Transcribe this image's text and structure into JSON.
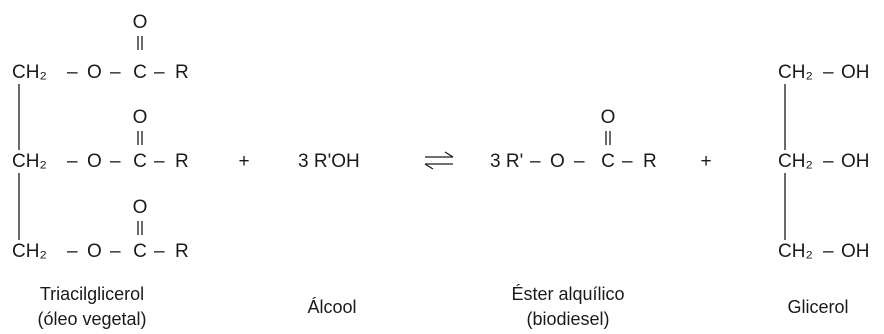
{
  "reaction": {
    "triglyceride": {
      "rows": [
        {
          "ch2": "CH₂",
          "dash1": "–",
          "o": "O",
          "dash2": "–",
          "c": "C",
          "dash3": "–",
          "r": "R",
          "carbonyl_o": "O"
        },
        {
          "ch2": "CH₂",
          "dash1": "–",
          "o": "O",
          "dash2": "–",
          "c": "C",
          "dash3": "–",
          "r": "R",
          "carbonyl_o": "O"
        },
        {
          "ch2": "CH₂",
          "dash1": "–",
          "o": "O",
          "dash2": "–",
          "c": "C",
          "dash3": "–",
          "r": "R",
          "carbonyl_o": "O"
        }
      ],
      "caption_line1": "Triacilglicerol",
      "caption_line2": "(óleo vegetal)"
    },
    "plus1": "+",
    "alcohol": {
      "formula": "3 R'OH",
      "caption": "Álcool"
    },
    "equilibrium_arrow": "reversible-arrow",
    "ester": {
      "coef": "3 R'",
      "dash1": "–",
      "o": "O",
      "dash2": "–",
      "c": "C",
      "dash3": "–",
      "r": "R",
      "carbonyl_o": "O",
      "caption_line1": "Éster alquílico",
      "caption_line2": "(biodiesel)"
    },
    "plus2": "+",
    "glycerol": {
      "rows": [
        {
          "ch2": "CH₂",
          "dash": "–",
          "oh": "OH"
        },
        {
          "ch2": "CH₂",
          "dash": "–",
          "oh": "OH"
        },
        {
          "ch2": "CH₂",
          "dash": "–",
          "oh": "OH"
        }
      ],
      "caption": "Glicerol"
    }
  }
}
